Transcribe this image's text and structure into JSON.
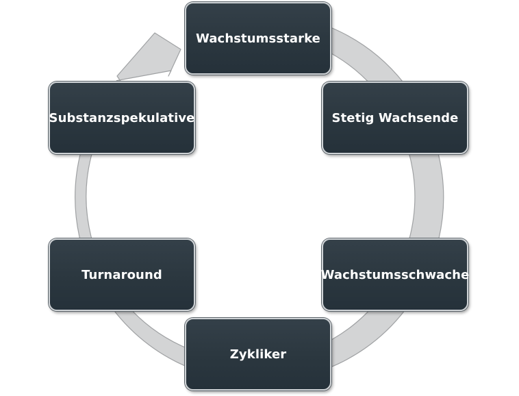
{
  "diagram": {
    "nodes": [
      {
        "label": "Wachstumsstarke"
      },
      {
        "label": "Stetig Wachsende"
      },
      {
        "label": "Wachstumsschwache"
      },
      {
        "label": "Zykliker"
      },
      {
        "label": "Turnaround"
      },
      {
        "label": "Substanzspekulative"
      }
    ],
    "colors": {
      "node_fill": "#2b373f",
      "node_border": "#cfd3d6",
      "node_text": "#ffffff",
      "ring_fill": "#d3d4d5",
      "ring_stroke": "#9fa1a3"
    }
  }
}
